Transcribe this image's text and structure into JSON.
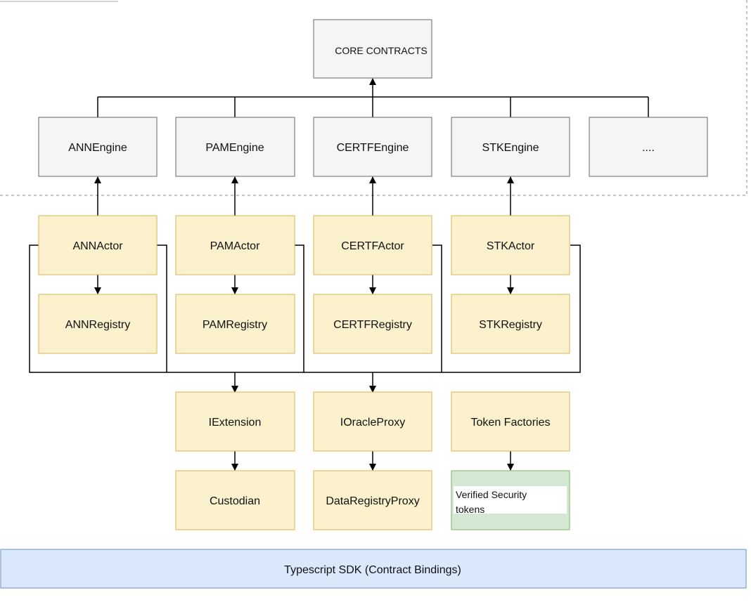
{
  "core": {
    "label": "CORE CONTRACTS"
  },
  "engines": [
    {
      "label": "ANNEngine"
    },
    {
      "label": "PAMEngine"
    },
    {
      "label": "CERTFEngine"
    },
    {
      "label": "STKEngine"
    },
    {
      "label": "...."
    }
  ],
  "actors": [
    {
      "label": "ANNActor"
    },
    {
      "label": "PAMActor"
    },
    {
      "label": "CERTFActor"
    },
    {
      "label": "STKActor"
    }
  ],
  "registries": [
    {
      "label": "ANNRegistry"
    },
    {
      "label": "PAMRegistry"
    },
    {
      "label": "CERTFRegistry"
    },
    {
      "label": "STKRegistry"
    }
  ],
  "extensions": [
    {
      "label": "IExtension"
    },
    {
      "label": "IOracleProxy"
    },
    {
      "label": "Token Factories"
    }
  ],
  "bottom": [
    {
      "label": "Custodian"
    },
    {
      "label": "DataRegistryProxy"
    },
    {
      "line1": "Verified Security",
      "line2": "tokens"
    }
  ],
  "sdk": {
    "label": "Typescript SDK (Contract Bindings)"
  },
  "colors": {
    "grey_fill": "#f5f5f5",
    "grey_stroke": "#666666",
    "yellow_fill": "#fbf1cd",
    "yellow_stroke": "#d6b656",
    "green_fill": "#d5e8d4",
    "green_stroke": "#82b366",
    "blue_fill": "#dae8fc",
    "blue_stroke": "#6c8ebf"
  }
}
